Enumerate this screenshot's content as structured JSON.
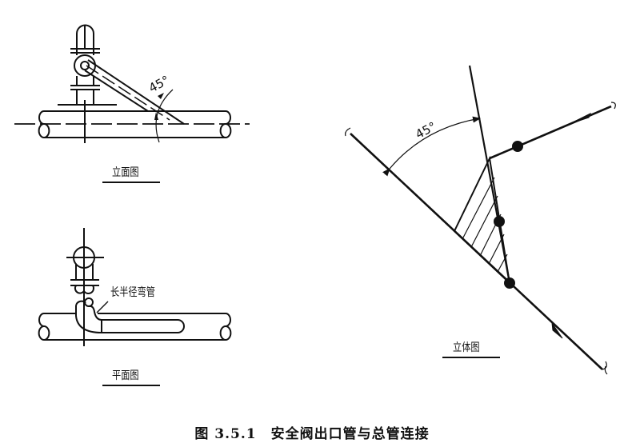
{
  "elevation": {
    "title": "立面图",
    "angle_label": "45°"
  },
  "plan": {
    "title": "平面图",
    "callout": "长半径弯管"
  },
  "isometric": {
    "title": "立体图",
    "angle_label": "45°"
  },
  "caption": "图 3.5.1　安全阀出口管与总管连接"
}
